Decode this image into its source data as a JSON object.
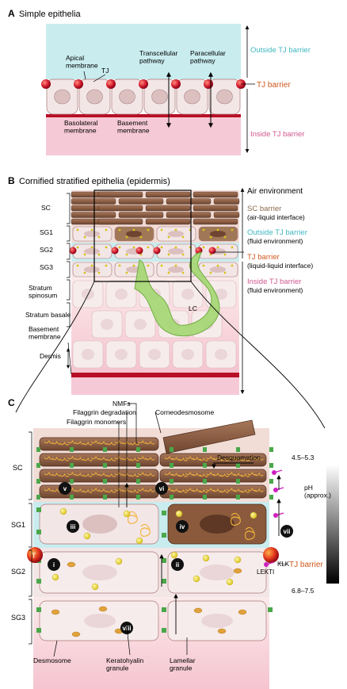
{
  "colors": {
    "outside": "#c9ecef",
    "inside": "#f6c9d6",
    "outside_text": "#3fb6c2",
    "inside_text": "#d0578f",
    "tj_text": "#d2561b",
    "sc_text": "#8a6a4a",
    "tj_red": "#c8102e",
    "cell_fill": "#f3e6e6",
    "nucleus": "#dcc0c0",
    "sc_brown": "#8b5a3c",
    "lc_green": "#a8d878",
    "desmosome": "#4aa84a",
    "ph_dark": "#000000"
  },
  "panel_a": {
    "letter": "A",
    "title": "Simple epithelia",
    "labels": {
      "apical": "Apical\nmembrane",
      "tj": "TJ",
      "transcellular": "Transcellular\npathway",
      "paracellular": "Paracellular\npathway",
      "basolateral": "Basolateral\nmembrane",
      "basement": "Basement\nmembrane"
    },
    "right": {
      "outside": "Outside TJ barrier",
      "tj": "TJ barrier",
      "inside": "Inside TJ barrier"
    }
  },
  "panel_b": {
    "letter": "B",
    "title": "Cornified stratified epithelia (epidermis)",
    "layers": [
      "SC",
      "SG1",
      "SG2",
      "SG3",
      "Stratum\nspinosum",
      "Stratum basale",
      "Basement\nmembrane",
      "Dermis"
    ],
    "lc": "LC",
    "right": {
      "air": "Air environment",
      "sc_barrier": "SC barrier",
      "sc_sub": "(air-liquid interface)",
      "outside": "Outside TJ barrier",
      "outside_sub": "(fluid environment)",
      "tj": "TJ barrier",
      "tj_sub": "(liquid-liquid interface)",
      "inside": "Inside TJ barrier",
      "inside_sub": "(fluid environment)"
    }
  },
  "panel_c": {
    "letter": "C",
    "layers": [
      "SC",
      "SG1",
      "SG2",
      "SG3"
    ],
    "top_labels": {
      "nmfs": "NMFs",
      "filaggrin_deg": "Filaggrin degradation",
      "filaggrin_mono": "Filaggrin monomers",
      "corneodesmosome": "Corneodesmosome",
      "desquamation": "Desquamation"
    },
    "numerals": [
      "i",
      "ii",
      "iii",
      "iv",
      "v",
      "vi",
      "vii",
      "viii"
    ],
    "cell_T": "T",
    "tj_barrier": "TJ barrier",
    "klk": "KLK",
    "lekti": "LEKTI",
    "ph_top": "4.5–5.3",
    "ph_label": "pH\n(approx.)",
    "ph_bottom": "6.8–7.5",
    "bottom_labels": {
      "desmosome": "Desmosome",
      "keratohyalin": "Keratohyalin\ngranule",
      "lamellar": "Lamellar\ngranule"
    }
  }
}
